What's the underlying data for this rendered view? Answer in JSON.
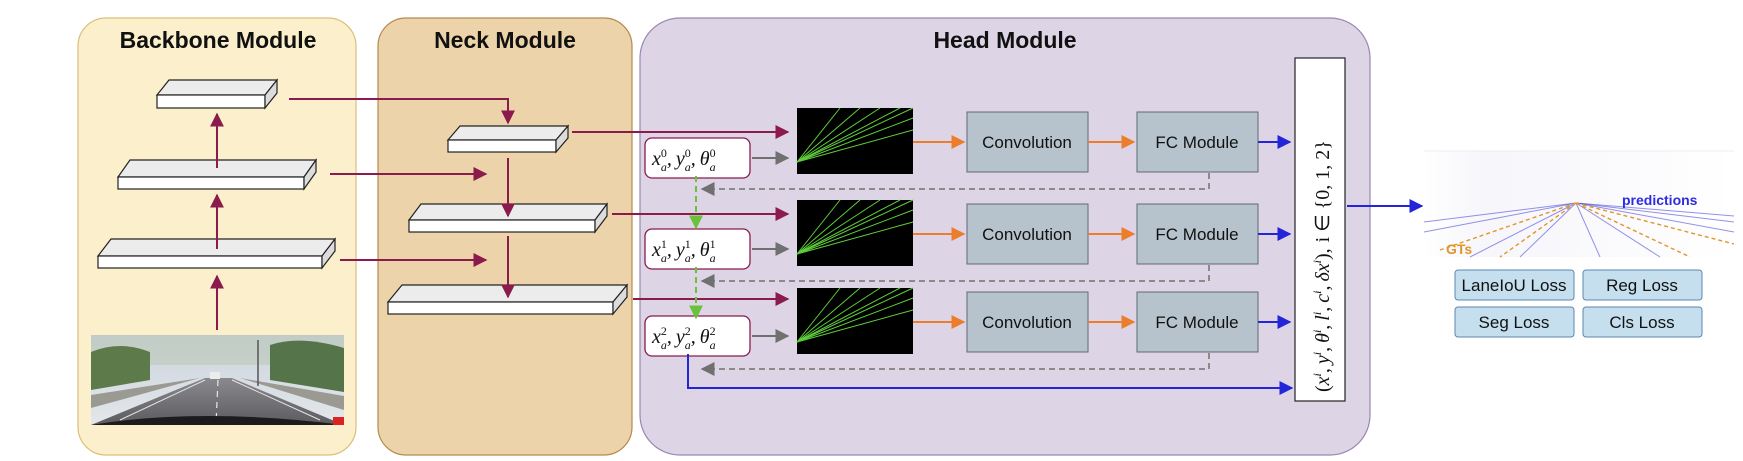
{
  "modules": {
    "backbone": {
      "title": "Backbone Module"
    },
    "neck": {
      "title": "Neck Module"
    },
    "head": {
      "title": "Head Module"
    }
  },
  "head_rows": [
    {
      "anchor_index": "0",
      "conv_label": "Convolution",
      "fc_label": "FC Module"
    },
    {
      "anchor_index": "1",
      "conv_label": "Convolution",
      "fc_label": "FC Module"
    },
    {
      "anchor_index": "2",
      "conv_label": "Convolution",
      "fc_label": "FC Module"
    }
  ],
  "anchor_vars": {
    "x": "x",
    "y": "y",
    "theta": "θ",
    "sub": "a"
  },
  "output_formula": {
    "vars": "(x, y, θ, l, c, δx)",
    "sup": "i",
    "domain": "i ∈ {0, 1, 2}"
  },
  "prediction_image": {
    "predictions_label": "predictions",
    "gts_label": "GTs"
  },
  "losses": {
    "laneiou": "LaneIoU Loss",
    "reg": "Reg Loss",
    "seg": "Seg Loss",
    "cls": "Cls Loss"
  },
  "colors": {
    "backbone_bg": "#fbf0cb",
    "backbone_border": "#d9c07a",
    "neck_bg": "#edd3a9",
    "neck_border": "#b48a4e",
    "head_bg": "#ddd5e5",
    "head_border": "#9a87b3",
    "feature_arrow": "#8b1a4d",
    "anchor_arrow": "#707070",
    "green_dashed": "#6ac13a",
    "orange_arrow": "#ec7d2c",
    "blue_arrow": "#2424d8",
    "box_fill": "#b7c3cc",
    "loss_fill": "#c5dfee"
  }
}
